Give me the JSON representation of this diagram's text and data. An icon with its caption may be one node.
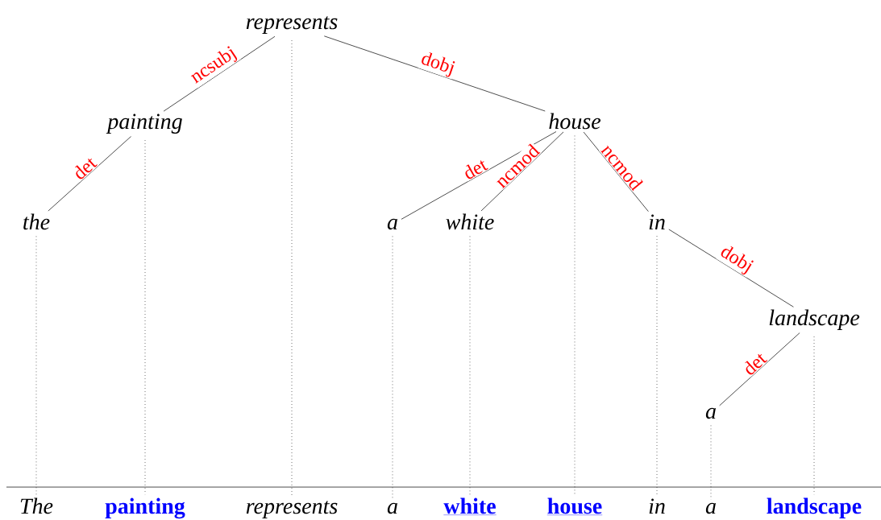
{
  "diagram": {
    "nodes": [
      {
        "text": [
          "represents"
        ]
      },
      {
        "text": [
          "painting"
        ]
      },
      {
        "text": [
          "house"
        ]
      },
      {
        "text": [
          "the"
        ]
      },
      {
        "text": [
          "a"
        ]
      },
      {
        "text": [
          "white"
        ]
      },
      {
        "text": [
          "in"
        ]
      },
      {
        "text": [
          "landscape"
        ]
      },
      {
        "text": [
          "a"
        ]
      },
      {
        "text": [
          "The"
        ]
      },
      {
        "text": [
          "painting"
        ]
      },
      {
        "text": [
          "represents"
        ]
      },
      {
        "text": [
          "a"
        ]
      },
      {
        "text": [
          "white"
        ]
      },
      {
        "text": [
          "house"
        ]
      },
      {
        "text": [
          "in"
        ]
      },
      {
        "text": [
          "a"
        ]
      },
      {
        "text": [
          "landscape"
        ]
      }
    ],
    "edges": [
      {
        "from": 0,
        "to": 1,
        "arrow": "none",
        "label": "ncsubj"
      },
      {
        "from": 0,
        "to": 2,
        "arrow": "none",
        "label": "dobj"
      },
      {
        "from": 1,
        "to": 3,
        "arrow": "none",
        "label": "det"
      },
      {
        "from": 2,
        "to": 4,
        "arrow": "none",
        "label": "det"
      },
      {
        "from": 2,
        "to": 5,
        "arrow": "none",
        "label": "ncmod"
      },
      {
        "from": 2,
        "to": 6,
        "arrow": "none",
        "label": "ncmod"
      },
      {
        "from": 6,
        "to": 7,
        "arrow": "none",
        "label": "dobj"
      },
      {
        "from": 7,
        "to": 8,
        "arrow": "none",
        "label": "det"
      },
      {
        "from": 3,
        "to": 9,
        "arrow": "none",
        "style": "dashed"
      },
      {
        "from": 1,
        "to": 10,
        "arrow": "none",
        "style": "dashed"
      },
      {
        "from": 0,
        "to": 11,
        "arrow": "none",
        "style": "dashed"
      },
      {
        "from": 4,
        "to": 12,
        "arrow": "none",
        "style": "dashed"
      },
      {
        "from": 5,
        "to": 13,
        "arrow": "none",
        "style": "dashed"
      },
      {
        "from": 2,
        "to": 14,
        "arrow": "none",
        "style": "dashed"
      },
      {
        "from": 6,
        "to": 15,
        "arrow": "none",
        "style": "dashed"
      },
      {
        "from": 8,
        "to": 16,
        "arrow": "none",
        "style": "dashed"
      },
      {
        "from": 7,
        "to": 17,
        "arrow": "none",
        "style": "dashed"
      }
    ]
  }
}
